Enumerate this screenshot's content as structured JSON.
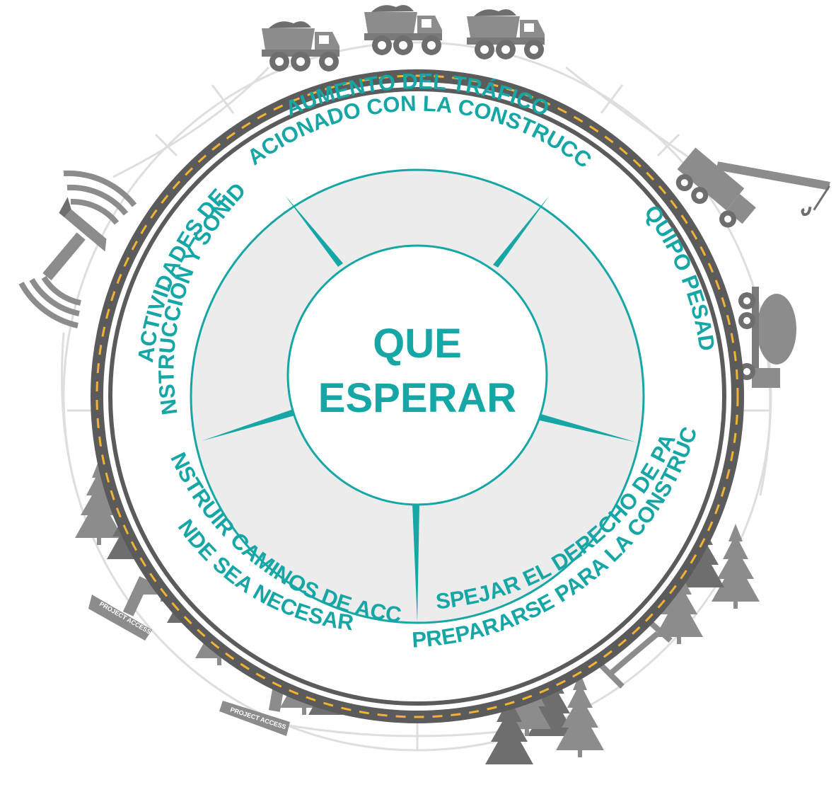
{
  "center": {
    "line1": "QUE",
    "line2": "ESPERAR"
  },
  "segments": [
    {
      "line1": "AUMENTO DEL TRÁFICO",
      "line2": "RELACIONADO CON LA CONSTRUCCIÓN"
    },
    {
      "line1": "EQUIPO PESADO",
      "line2": ""
    },
    {
      "line1": "DESPEJAR EL DERECHO DE PASO",
      "line2": "PARA PREPARARSE PARA LA CONSTRUCCIÓN"
    },
    {
      "line1": "CONSTRUIR CAMINOS DE ACCESO",
      "line2": "DONDE SEA NECESARIO"
    },
    {
      "line1": "ACTIVIDADES DE",
      "line2": "CONSTRUCCIÓN Y SONIDOS"
    }
  ],
  "signs": {
    "left": "PROJECT ACCESS",
    "bottom": "PROJECT ACCESS"
  },
  "colors": {
    "accent": "#17a6a6",
    "road": "#5b5b5b",
    "road_line": "#f2b233",
    "inner_fill": "#ececec",
    "illustration": "#8c8c8c"
  },
  "icons": [
    "dump-truck-icon",
    "crane-truck-icon",
    "cement-mixer-icon",
    "hammer-icon",
    "sound-waves-icon",
    "pine-tree-icon",
    "signpost-icon",
    "fence-icon"
  ]
}
